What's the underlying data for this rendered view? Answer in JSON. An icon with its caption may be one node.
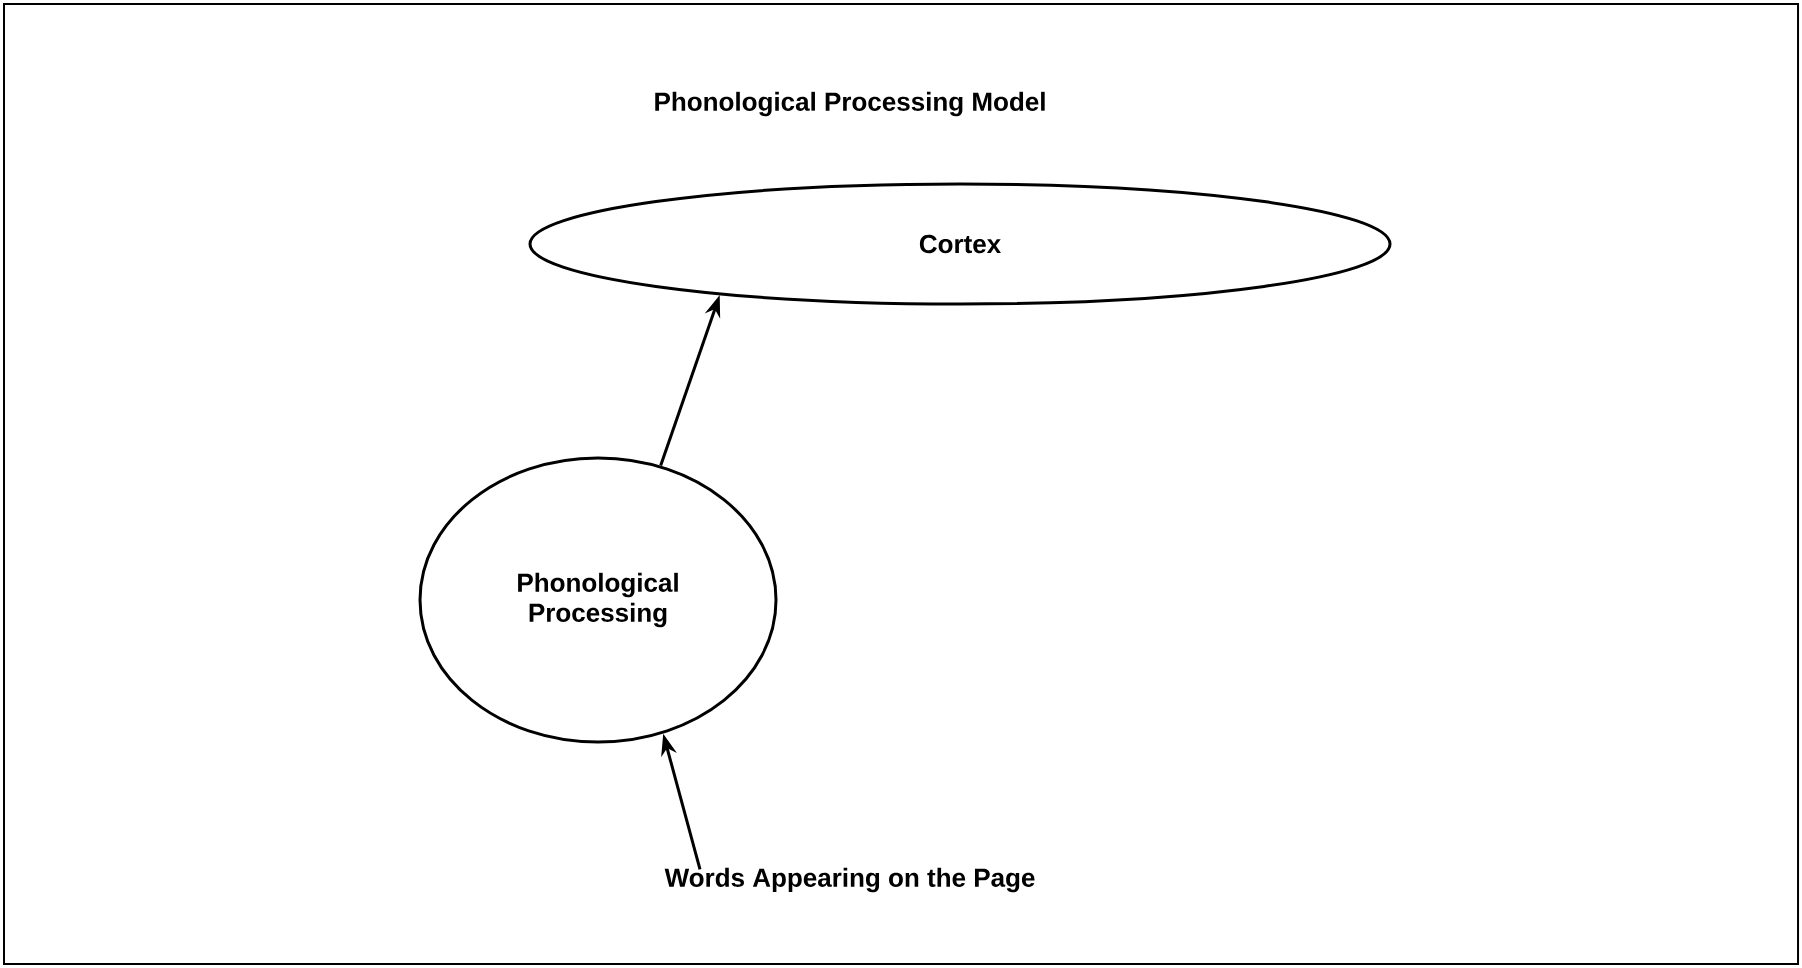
{
  "diagram": {
    "title": "Phonological Processing Model",
    "nodes": [
      {
        "text": [
          "Cortex"
        ]
      },
      {
        "text": [
          "Phonological Processing"
        ]
      },
      {
        "text": [
          "Words Appearing on the Page"
        ]
      }
    ],
    "edges": [
      {
        "from": 1,
        "to": 0,
        "arrow": "to"
      },
      {
        "from": 2,
        "to": 1,
        "arrow": "to"
      }
    ]
  }
}
